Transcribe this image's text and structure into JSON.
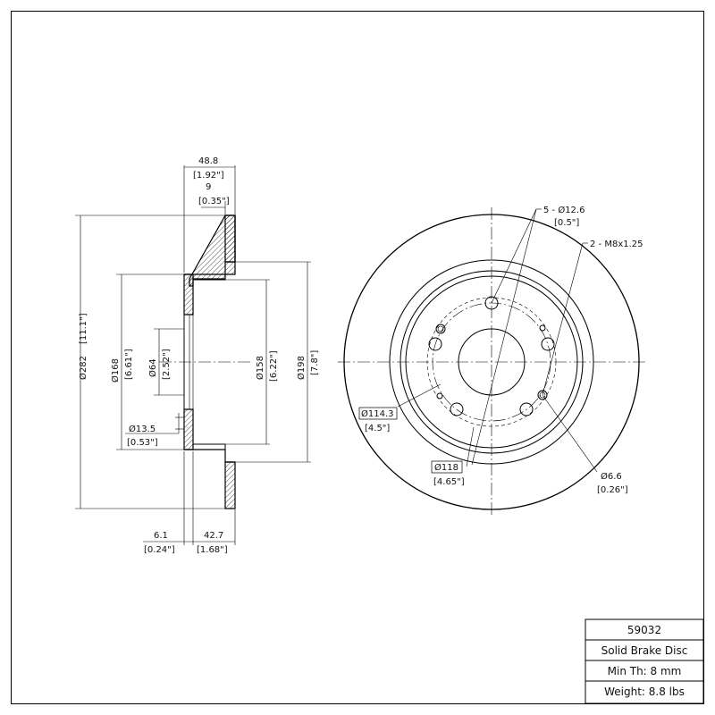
{
  "dimensions": {
    "overall_width": {
      "mm": "48.8",
      "in": "[1.92\"]"
    },
    "rotor_thickness": {
      "mm": "9",
      "in": "[0.35\"]"
    },
    "outer_diameter": {
      "mm": "Ø282",
      "in": "[11.1\"]"
    },
    "hat_diameter": {
      "mm": "Ø168",
      "in": "[6.61\"]"
    },
    "center_bore": {
      "mm": "Ø64",
      "in": "[2.52\"]"
    },
    "inner_diameter_158": {
      "mm": "Ø158",
      "in": "[6.22\"]"
    },
    "inner_diameter_198": {
      "mm": "Ø198",
      "in": "[7.8\"]"
    },
    "hole_13_5": {
      "mm": "Ø13.5",
      "in": "[0.53\"]"
    },
    "flange_thickness": {
      "mm": "6.1",
      "in": "[0.24\"]"
    },
    "hat_depth": {
      "mm": "42.7",
      "in": "[1.68\"]"
    },
    "lug_holes": {
      "mm": "5 - Ø12.6",
      "in": "[0.5\"]"
    },
    "threaded_holes": {
      "mm": "2 - M8x1.25"
    },
    "bolt_circle": {
      "mm": "Ø114.3",
      "in": "[4.5\"]"
    },
    "pilot_circle": {
      "mm": "Ø118",
      "in": "[4.65\"]"
    },
    "small_hole": {
      "mm": "Ø6.6",
      "in": "[0.26\"]"
    }
  },
  "title_block": {
    "part_number": "59032",
    "description": "Solid Brake Disc",
    "min_thickness": "Min Th: 8 mm",
    "weight": "Weight: 8.8 lbs"
  }
}
